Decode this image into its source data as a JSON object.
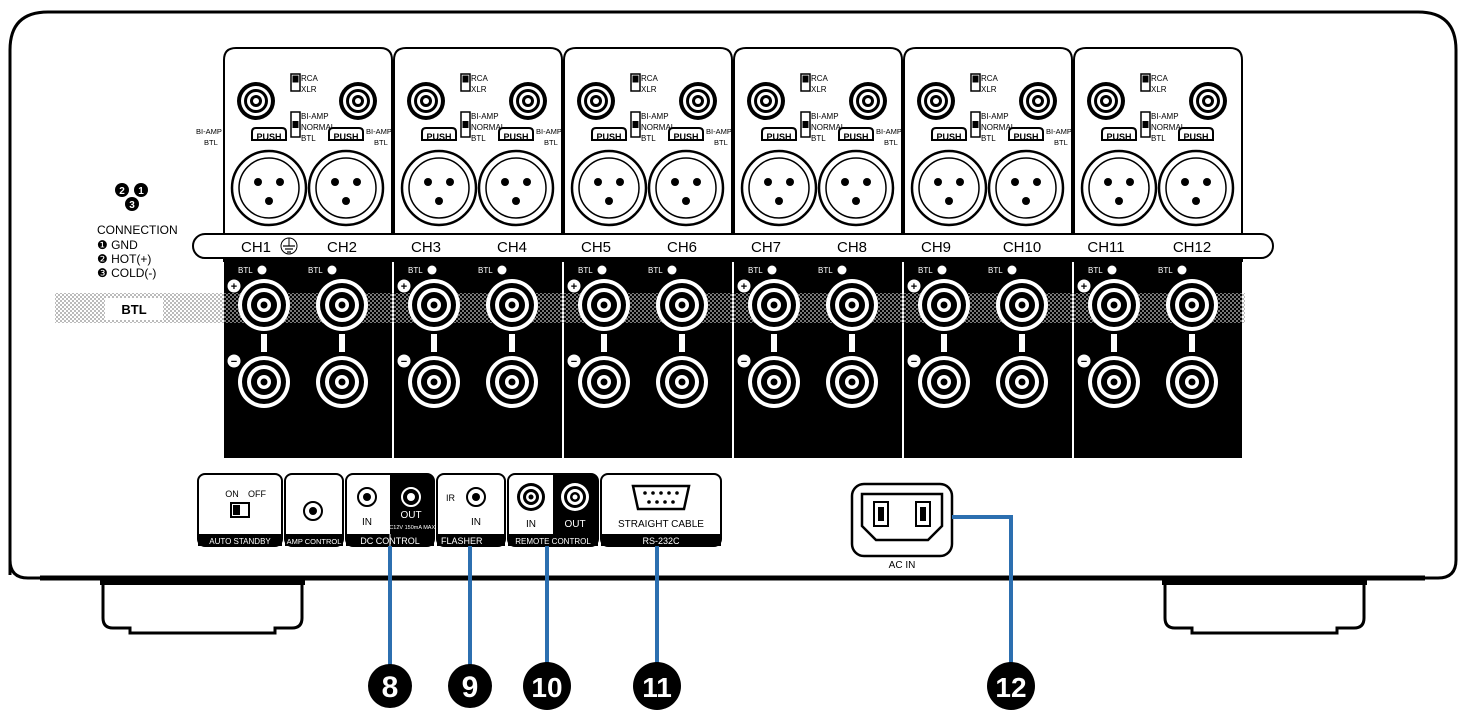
{
  "connection": {
    "title": "CONNECTION",
    "pins": [
      "❶ GND",
      "❷ HOT(+)",
      "❸ COLD(-)"
    ]
  },
  "btl_label": "BTL",
  "modules": [
    {
      "left": "CH1",
      "right": "CH2"
    },
    {
      "left": "CH3",
      "right": "CH4"
    },
    {
      "left": "CH5",
      "right": "CH6"
    },
    {
      "left": "CH7",
      "right": "CH8"
    },
    {
      "left": "CH9",
      "right": "CH10"
    },
    {
      "left": "CH11",
      "right": "CH12"
    }
  ],
  "module_text": {
    "rca": "RCA",
    "xlr": "XLR",
    "biamp": "BI-AMP",
    "normal": "NORMAL",
    "btl": "BTL",
    "biamp_btl_a": "BI-AMP",
    "biamp_btl_b": "BTL",
    "push": "PUSH",
    "spk_btl": "BTL"
  },
  "panels": {
    "auto_standby": {
      "on": "ON",
      "off": "OFF",
      "label": "AUTO STANDBY"
    },
    "amp_control": {
      "label": "AMP CONTROL"
    },
    "dc_control": {
      "in": "IN",
      "out": "OUT",
      "spec": "DC12V 150mA MAX.",
      "label": "DC CONTROL"
    },
    "flasher": {
      "ir": "IR",
      "in": "IN",
      "label": "FLASHER"
    },
    "remote_control": {
      "in": "IN",
      "out": "OUT",
      "label": "REMOTE CONTROL"
    },
    "rs232c": {
      "cable": "STRAIGHT CABLE",
      "label": "RS-232C"
    },
    "ac_in": {
      "label": "AC IN"
    }
  },
  "callouts": [
    "8",
    "9",
    "10",
    "11",
    "12"
  ],
  "colors": {
    "leader": "#2c6fb0",
    "panel": "#000000",
    "background": "#ffffff"
  }
}
